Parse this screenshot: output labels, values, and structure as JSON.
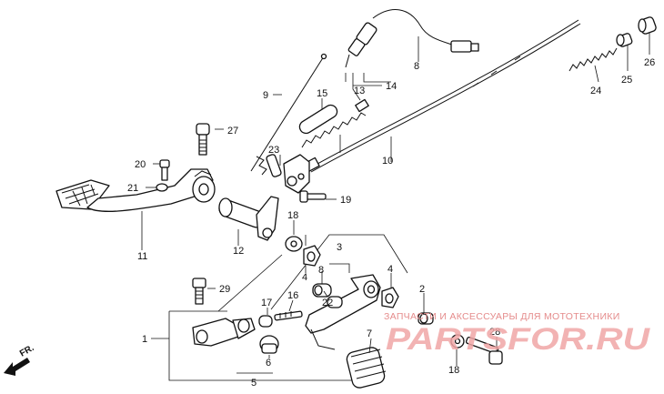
{
  "diagram": {
    "callouts": [
      {
        "id": "c1",
        "text": "1"
      },
      {
        "id": "c2",
        "text": "2"
      },
      {
        "id": "c3",
        "text": "3"
      },
      {
        "id": "c4a",
        "text": "4"
      },
      {
        "id": "c4b",
        "text": "4"
      },
      {
        "id": "c5",
        "text": "5"
      },
      {
        "id": "c6",
        "text": "6"
      },
      {
        "id": "c7",
        "text": "7"
      },
      {
        "id": "c8a",
        "text": "8"
      },
      {
        "id": "c8b",
        "text": "8"
      },
      {
        "id": "c9",
        "text": "9"
      },
      {
        "id": "c10",
        "text": "10"
      },
      {
        "id": "c11",
        "text": "11"
      },
      {
        "id": "c12",
        "text": "12"
      },
      {
        "id": "c13",
        "text": "13"
      },
      {
        "id": "c14",
        "text": "14"
      },
      {
        "id": "c15",
        "text": "15"
      },
      {
        "id": "c16",
        "text": "16"
      },
      {
        "id": "c17",
        "text": "17"
      },
      {
        "id": "c18a",
        "text": "18"
      },
      {
        "id": "c18b",
        "text": "18"
      },
      {
        "id": "c19",
        "text": "19"
      },
      {
        "id": "c20",
        "text": "20"
      },
      {
        "id": "c21",
        "text": "21"
      },
      {
        "id": "c22",
        "text": "22"
      },
      {
        "id": "c23",
        "text": "23"
      },
      {
        "id": "c24",
        "text": "24"
      },
      {
        "id": "c25",
        "text": "25"
      },
      {
        "id": "c26",
        "text": "26"
      },
      {
        "id": "c27",
        "text": "27"
      },
      {
        "id": "c28",
        "text": "28"
      },
      {
        "id": "c29",
        "text": "29"
      }
    ],
    "front_indicator": "FR.",
    "watermark_caption": "ЗАПЧАСТИ И АКСЕССУАРЫ ДЛЯ МОТОТЕХНИКИ",
    "watermark_logo": "PARTSFOR.RU"
  },
  "colors": {
    "ink": "#111111",
    "watermark": "#e58c8c",
    "watermark_logo": "#f0a6a6",
    "background": "#ffffff"
  }
}
